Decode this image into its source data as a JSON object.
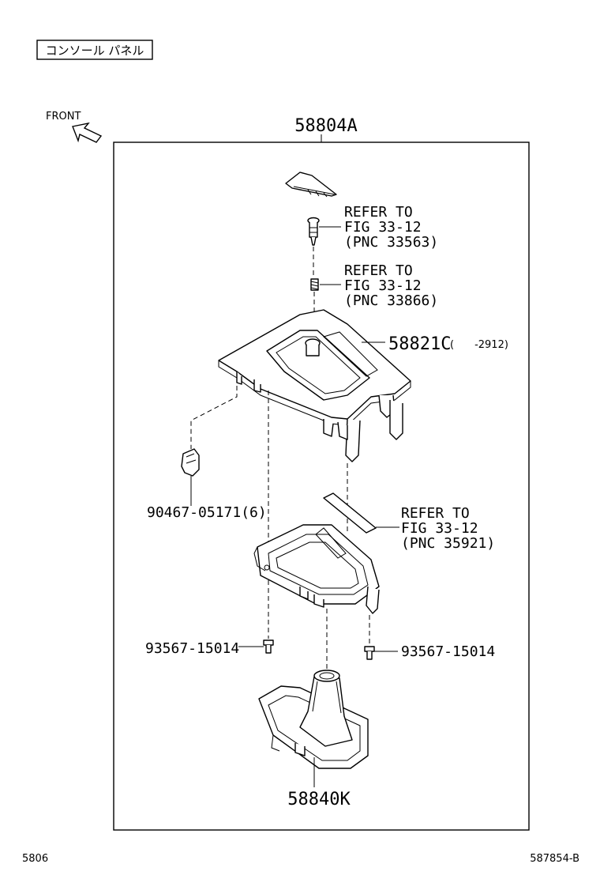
{
  "header": {
    "section_label": "コンソール パネル",
    "front_label": "FRONT"
  },
  "assembly": {
    "number": "58804A"
  },
  "callouts": {
    "refer_33563": {
      "line1": "REFER TO",
      "line2": "FIG 33-12",
      "line3": "(PNC 33563)"
    },
    "refer_33866": {
      "line1": "REFER TO",
      "line2": "FIG 33-12",
      "line3": "(PNC 33866)"
    },
    "panel": {
      "number": "58821C",
      "range": "(　　-2912)"
    },
    "clip": {
      "number": "90467-05171(6)"
    },
    "refer_35921": {
      "line1": "REFER TO",
      "line2": "FIG 33-12",
      "line3": "(PNC 35921)"
    },
    "screw_left": {
      "number": "93567-15014"
    },
    "screw_right": {
      "number": "93567-15014"
    },
    "boot": {
      "number": "58840K"
    }
  },
  "footer": {
    "left_code": "5806",
    "right_code": "587854-B"
  }
}
